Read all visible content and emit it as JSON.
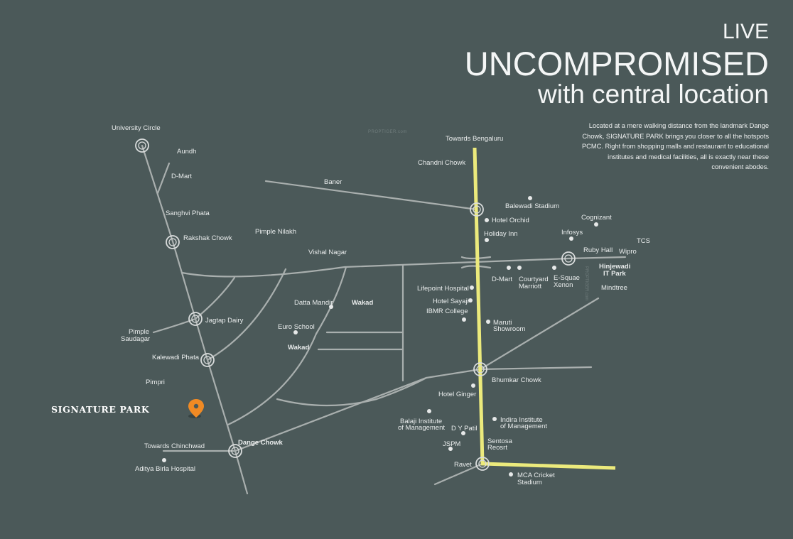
{
  "headline": {
    "line1": "LIVE",
    "line2": "UNCOMPROMISED",
    "line3": "with central location"
  },
  "description": "Located at a mere walking distance from the landmark Dange Chowk, SIGNATURE PARK brings you closer to all the hotspots PCMC. Right from shopping malls and restaurant to educational institutes and medical facilities, all is exactly near these convenient abodes.",
  "watermark": "PROPTIGER.com",
  "project": {
    "name": "SIGNATURE PARK",
    "marker_color": "#f08a24"
  },
  "colors": {
    "background": "#4b5959",
    "road": "#a9afae",
    "highway": "#ecea7c",
    "text": "#e9ecec"
  },
  "junctions": {
    "university_circle": "University Circle",
    "rakshak_chowk": "Rakshak Chowk",
    "jagtap_dairy": "Jagtap Dairy",
    "kalewadi_phata": "Kalewadi Phata",
    "dange_chowk": "Dange Chowk",
    "bhumkar_chowk": "Bhumkar Chowk",
    "ravet": "Ravet",
    "hinjewadi": "Hinjewadi IT Park"
  },
  "areas": {
    "aundh": "Aundh",
    "dmart_aundh": "D-Mart",
    "sanghvi_phata": "Sanghvi Phata",
    "pimple_nilakh": "Pimple Nilakh",
    "vishal_nagar": "Vishal Nagar",
    "pimple_saudagar_1": "Pimple",
    "pimple_saudagar_2": "Saudagar",
    "pimpri": "Pimpri",
    "towards_chinchwad": "Towards Chinchwad",
    "baner": "Baner",
    "towards_bengaluru": "Towards Bengaluru",
    "chandni_chowk": "Chandni Chowk",
    "wakad_1": "Wakad",
    "wakad_2": "Wakad",
    "wipro": "Wipro",
    "tcs": "TCS",
    "mindtree": "Mindtree",
    "hinjewadi_1": "Hinjewadi",
    "hinjewadi_2": "IT Park"
  },
  "landmarks": {
    "aditya_birla": "Aditya Birla Hospital",
    "datta_mandir": "Datta Mandir",
    "euro_school": "Euro School",
    "balewadi_stadium": "Balewadi Stadium",
    "hotel_orchid": "Hotel Orchid",
    "holiday_inn": "Holiday Inn",
    "cognizant": "Cognizant",
    "infosys": "Infosys",
    "ruby_hall": "Ruby Hall",
    "dmart_hinjewadi": "D-Mart",
    "courtyard_1": "Courtyard",
    "courtyard_2": "Marriott",
    "esquare_1": "E-Squae",
    "esquare_2": "Xenon",
    "lifepoint": "Lifepoint Hospital",
    "hotel_sayaji": "Hotel Sayaji",
    "ibmr": "IBMR College",
    "maruti_1": "Maruti",
    "maruti_2": "Showroom",
    "hotel_ginger": "Hotel Ginger",
    "balaji_1": "Balaji Institute",
    "balaji_2": "of Management",
    "indira_1": "Indira Institute",
    "indira_2": "of Management",
    "dy_patil": "D Y Patil",
    "jspm": "JSPM",
    "sentosa_1": "Sentosa",
    "sentosa_2": "Reosrt",
    "mca_1": "MCA Cricket",
    "mca_2": "Stadium"
  }
}
